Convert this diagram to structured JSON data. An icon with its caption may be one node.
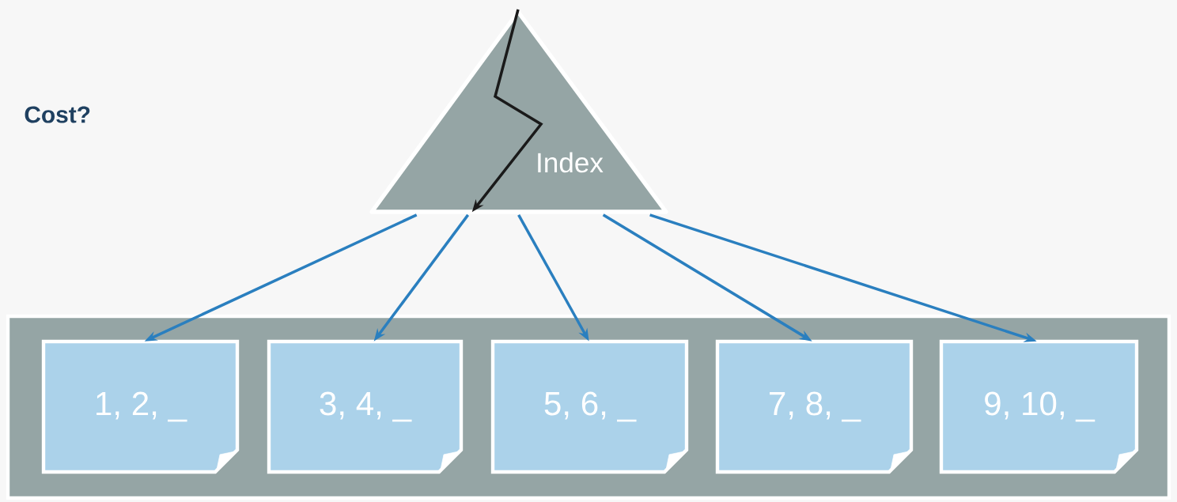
{
  "diagram": {
    "nodes": [
      {
        "text": [
          "Index"
        ]
      },
      {
        "text": [],
        "shape": "box"
      },
      {
        "text": [
          "1, 2, _"
        ],
        "in": 1
      },
      {
        "text": [
          "3, 4, _"
        ],
        "in": 1
      },
      {
        "text": [
          "5, 6, _"
        ],
        "in": 1
      },
      {
        "text": [
          "7, 8, _"
        ],
        "in": 1
      },
      {
        "text": [
          "9, 10, _"
        ],
        "in": 1
      }
    ],
    "edges": [
      {
        "from": null,
        "to": 0,
        "arrow": "to",
        "color": "#1a1a1a"
      },
      {
        "from": 0,
        "to": 2,
        "arrow": "to"
      },
      {
        "from": 0,
        "to": 3,
        "arrow": "to"
      },
      {
        "from": 0,
        "to": 4,
        "arrow": "to"
      },
      {
        "from": 0,
        "to": 5,
        "arrow": "to"
      },
      {
        "from": 0,
        "to": 6,
        "arrow": "to"
      }
    ],
    "labels": [
      "Cost?"
    ]
  }
}
